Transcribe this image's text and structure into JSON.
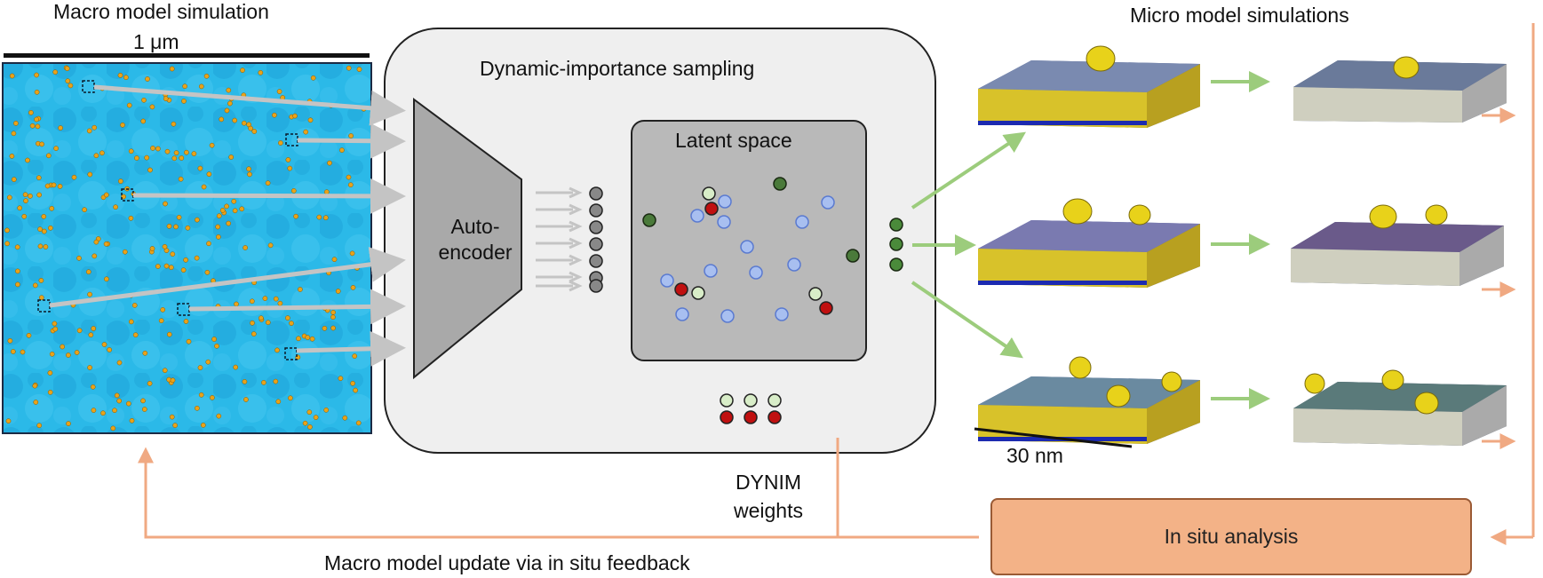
{
  "macro": {
    "title": "Macro model simulation",
    "scale_label": "1 μm"
  },
  "dis": {
    "title": "Dynamic-importance sampling",
    "autoencoder_label": "Auto-\nencoder",
    "latent_title": "Latent space"
  },
  "micro": {
    "title": "Micro model simulations",
    "scale_label": "30 nm"
  },
  "dynim_label": "DYNIM\nweights",
  "insitu_label": "In situ analysis",
  "update_label": "Macro model update via in situ feedback",
  "colors": {
    "macro_bg": "#29b7e6",
    "particle": "#e8a21a",
    "arrow_gray": "#c4c4c4",
    "arrow_green": "#9ccc7c",
    "arrow_orange": "#f0a982",
    "latent_blue": "#a8bff0",
    "latent_dark_green": "#4a7a3a",
    "latent_light_green": "#d8edc8",
    "latent_red": "#c01010",
    "membrane_yellow": "#e8d21a"
  }
}
